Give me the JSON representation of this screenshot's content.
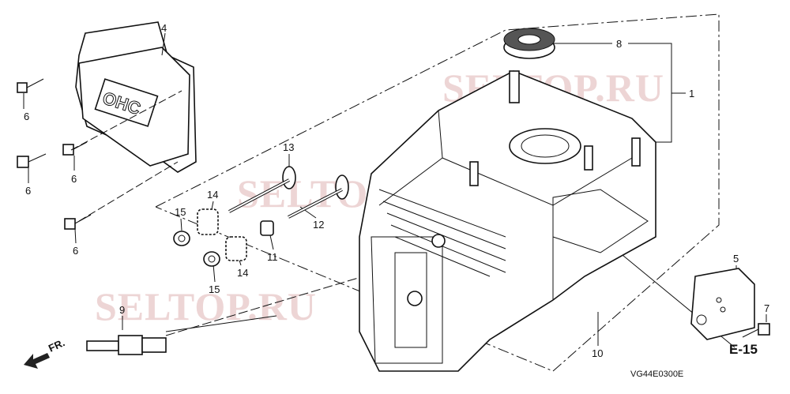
{
  "diagram": {
    "code": "VG44E0300E",
    "reference": "E-15",
    "direction": "FR.",
    "watermarks": [
      "SELTOP.RU",
      "SELTOP.RU",
      "SELTOP.RU"
    ],
    "callouts": {
      "cover": "4",
      "bolt_a": "6",
      "bolt_b": "6",
      "bolt_c": "6",
      "bolt_d": "6",
      "oil_seal": "8",
      "assembly": "1",
      "valve_in": "13",
      "spring_a": "14",
      "retainer_a": "15",
      "valve_ex": "12",
      "stem_seal": "11",
      "spring_b": "14",
      "retainer_b": "15",
      "spark_plug": "9",
      "crankcase": "10",
      "plate": "5",
      "plate_bolt": "7"
    }
  }
}
